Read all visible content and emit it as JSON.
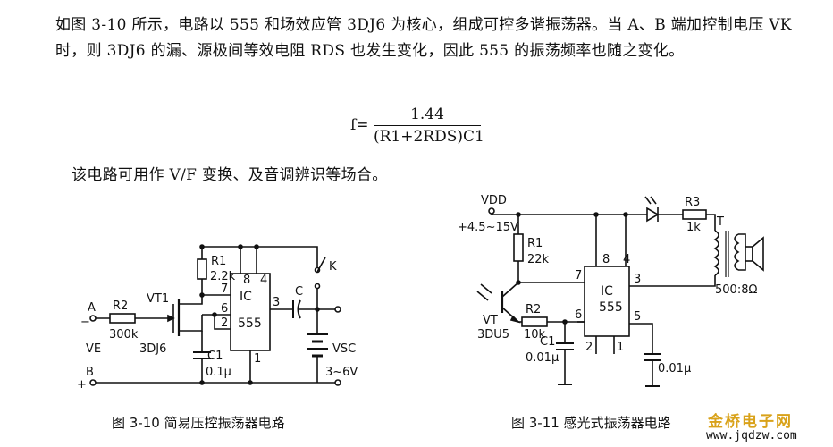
{
  "text": {
    "paragraph1": "如图 3-10 所示，电路以 555 和场效应管 3DJ6 为核心，组成可控多谐振荡器。当 A、B 端加控制电压 VK 时，则 3DJ6 的漏、源极间等效电阻 RDS 也发生变化，因此 555 的振荡频率也随之变化。",
    "paragraph2": "该电路可用作 V/F 变换、及音调辨识等场合。"
  },
  "formula": {
    "lhs": "f=",
    "numerator": "1.44",
    "denominator": "(R1+2RDS)C1"
  },
  "fig1": {
    "caption": "图 3-10   简易压控振荡器电路",
    "labels": {
      "A": "A",
      "B": "B",
      "minus": "−",
      "plus": "+",
      "R2": "R2",
      "R2v": "300k",
      "VT1": "VT1",
      "fet": "3DJ6",
      "VE": "VE",
      "R1": "R1",
      "R1v": "2.2k",
      "C1": "C1",
      "C1v": "0.1μ",
      "ic": "IC",
      "ic2": "555",
      "p8": "8",
      "p4": "4",
      "p7": "7",
      "p6": "6",
      "p2": "2",
      "p1": "1",
      "p3": "3",
      "C": "C",
      "K": "K",
      "VSC": "VSC",
      "VSCv": "3~6V"
    }
  },
  "fig2": {
    "caption": "图 3-11   感光式振荡器电路",
    "labels": {
      "VDD": "VDD",
      "vrange": "+4.5~15V",
      "R1": "R1",
      "R1v": "22k",
      "VT": "VT",
      "VTm": "3DU5",
      "R2": "R2",
      "R2v": "10k",
      "C1": "C1",
      "C1v": "0.01μ",
      "ic": "IC",
      "ic2": "555",
      "p8": "8",
      "p4": "4",
      "p7": "7",
      "p6": "6",
      "p3": "3",
      "p2": "2",
      "p1": "1",
      "p5": "5",
      "C2v": "0.01μ",
      "R3": "R3",
      "R3v": "1k",
      "T": "T",
      "spk": "500:8Ω"
    }
  },
  "watermark": {
    "cn": "金桥电子网",
    "url": "www.jqdzw.com"
  }
}
